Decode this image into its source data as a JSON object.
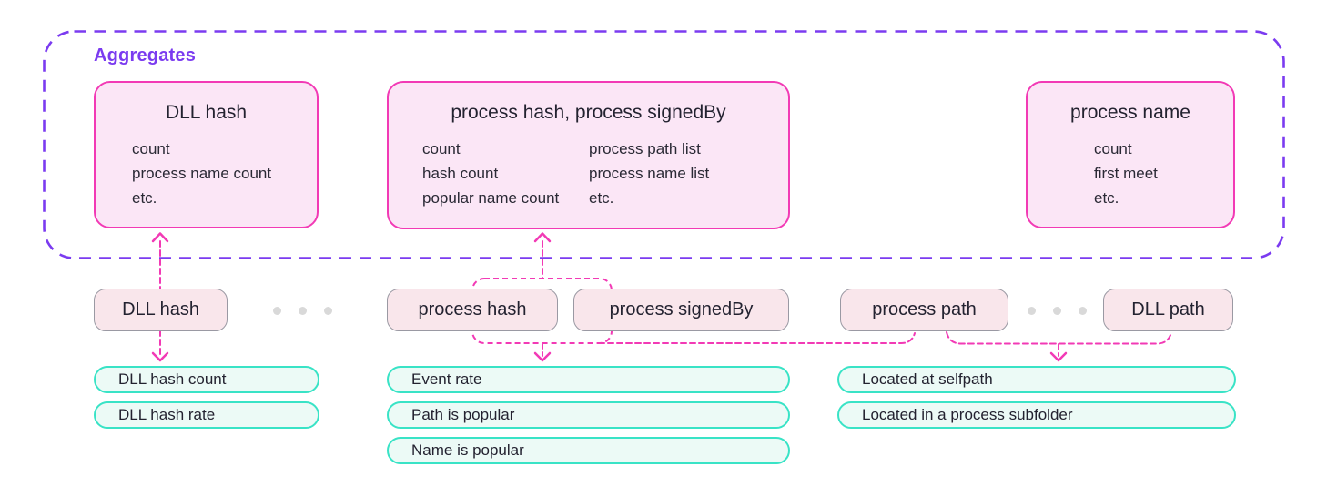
{
  "aggregates": {
    "label": "Aggregates",
    "boxes": [
      {
        "title": "DLL hash",
        "items": [
          "count",
          "process name count",
          "etc."
        ]
      },
      {
        "title": "process hash, process signedBy",
        "items_left": [
          "count",
          "hash count",
          "popular name count"
        ],
        "items_right": [
          "process path list",
          "process name list",
          "etc."
        ]
      },
      {
        "title": "process name",
        "items": [
          "count",
          "first meet",
          "etc."
        ]
      }
    ]
  },
  "fields": [
    {
      "label": "DLL hash"
    },
    {
      "label": "process hash"
    },
    {
      "label": "process signedBy"
    },
    {
      "label": "process path"
    },
    {
      "label": "DLL path"
    }
  ],
  "rules": {
    "dll_hash": [
      "DLL hash count",
      "DLL hash rate"
    ],
    "process": [
      "Event rate",
      "Path is popular",
      "Name is popular"
    ],
    "path": [
      "Located at selfpath",
      "Located in a process subfolder"
    ]
  },
  "colors": {
    "purple": "#7B3BF0",
    "magenta": "#F23AB5",
    "aggregate_fill": "#FBE6F6",
    "tag_fill": "#F9E6EB",
    "tag_border": "#9A99A3",
    "rule_border": "#39E3C6",
    "rule_fill": "#ECFAF6",
    "text": "#232230",
    "ellipsis_dots": "#D9D9D9"
  }
}
